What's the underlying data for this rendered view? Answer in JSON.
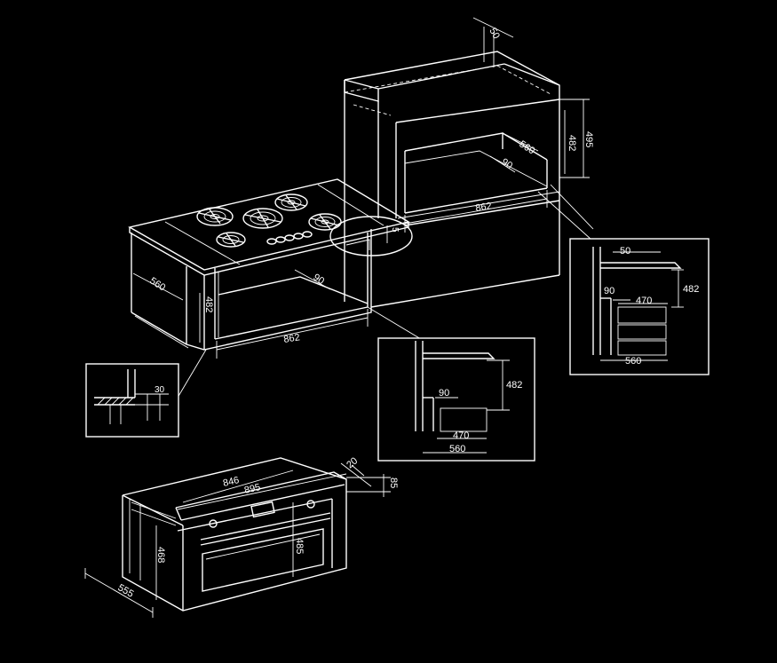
{
  "colors": {
    "background": "#000000",
    "line": "#ffffff"
  },
  "dimensions": {
    "tall_unit": {
      "top_depth": "50",
      "height_outer": "495",
      "height_inner": "482",
      "depth": "560",
      "back_gap": "90",
      "width": "862"
    },
    "base_unit": {
      "gap": "5",
      "depth": "560",
      "height": "482",
      "back_gap": "90",
      "width": "862"
    },
    "detail_left": {
      "offset": "30"
    },
    "detail_middle": {
      "height": "482",
      "gap": "90",
      "shelf": "470",
      "depth": "560"
    },
    "detail_right": {
      "top": "50",
      "height": "482",
      "gap": "90",
      "shelf": "470",
      "depth": "560"
    },
    "oven": {
      "width_inner": "846",
      "width_outer": "895",
      "side": "20",
      "top_height": "85",
      "height_body": "468",
      "height_front": "485",
      "depth": "555"
    }
  }
}
